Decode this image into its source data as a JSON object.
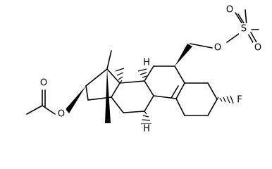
{
  "structure": {
    "atoms": {
      "oxygen_ester_link": "O",
      "oxygen_carbonyl": "O",
      "fluorine": "F",
      "oxygen_ether": "O",
      "sulfur": "S",
      "oxygen_sulfonyl_top": "O",
      "oxygen_sulfonyl_right": "O",
      "h_c9": "H",
      "h_c8": "H"
    }
  }
}
